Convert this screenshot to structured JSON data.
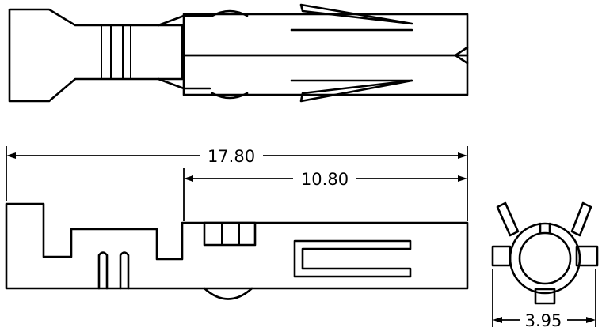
{
  "dimensions": {
    "overall_length": "17.80",
    "contact_length": "10.80",
    "end_width": "3.95"
  },
  "colors": {
    "line": "#000000",
    "background": "#ffffff"
  }
}
